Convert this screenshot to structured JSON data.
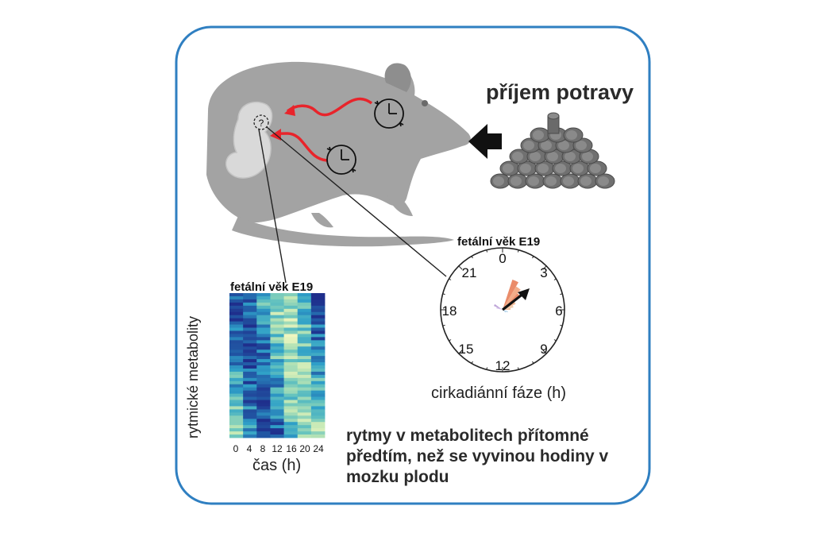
{
  "food_label": "příjem potravy",
  "heatmap": {
    "title": "fetální věk E19",
    "ylabel": "rytmické metabolity",
    "xlabel": "čas (h)",
    "ticks": [
      "0",
      "4",
      "8",
      "12",
      "16",
      "20",
      "24"
    ]
  },
  "clock": {
    "title": "fetální věk E19",
    "caption": "cirkadiánní fáze (h)",
    "hours": [
      "0",
      "3",
      "6",
      "9",
      "12",
      "15",
      "18",
      "21"
    ]
  },
  "fetus_symbol": "?",
  "conclusion": "rytmy v metabolitech přítomné předtím, než se vyvinou hodiny v mozku plodu",
  "colors": {
    "frame": "#2f7fc1",
    "rat": "#a3a3a3",
    "fetus": "#d6d6d6",
    "arrow_red": "#e8242b",
    "food": "#6e6e6e",
    "heat_low": "#1f2f8c",
    "heat_mid": "#2fa0c8",
    "heat_high": "#f2f7c0"
  }
}
